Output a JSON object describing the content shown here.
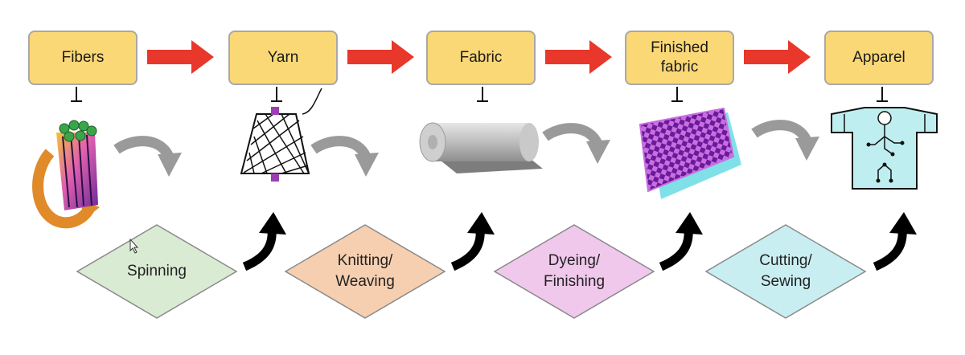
{
  "stages": [
    {
      "label": "Fibers"
    },
    {
      "label": "Yarn"
    },
    {
      "label": "Fabric"
    },
    {
      "label": "Finished\nfabric"
    },
    {
      "label": "Apparel"
    }
  ],
  "processes": [
    {
      "label": "Spinning",
      "color": "#d9ebd3"
    },
    {
      "label": "Knitting/\nWeaving",
      "color": "#f6cfb0"
    },
    {
      "label": "Dyeing/\nFinishing",
      "color": "#f0c8ec"
    },
    {
      "label": "Cutting/\nSewing",
      "color": "#c9eef2"
    }
  ],
  "colors": {
    "stage_fill": "#fbd876",
    "arrow_red": "#e8372b",
    "curve_gray": "#9a9a9a",
    "up_arrow": "#000000"
  },
  "icons": [
    "fiber-bundle-icon",
    "yarn-cone-icon",
    "fabric-roll-icon",
    "checkered-fabric-icon",
    "smart-shirt-icon"
  ]
}
